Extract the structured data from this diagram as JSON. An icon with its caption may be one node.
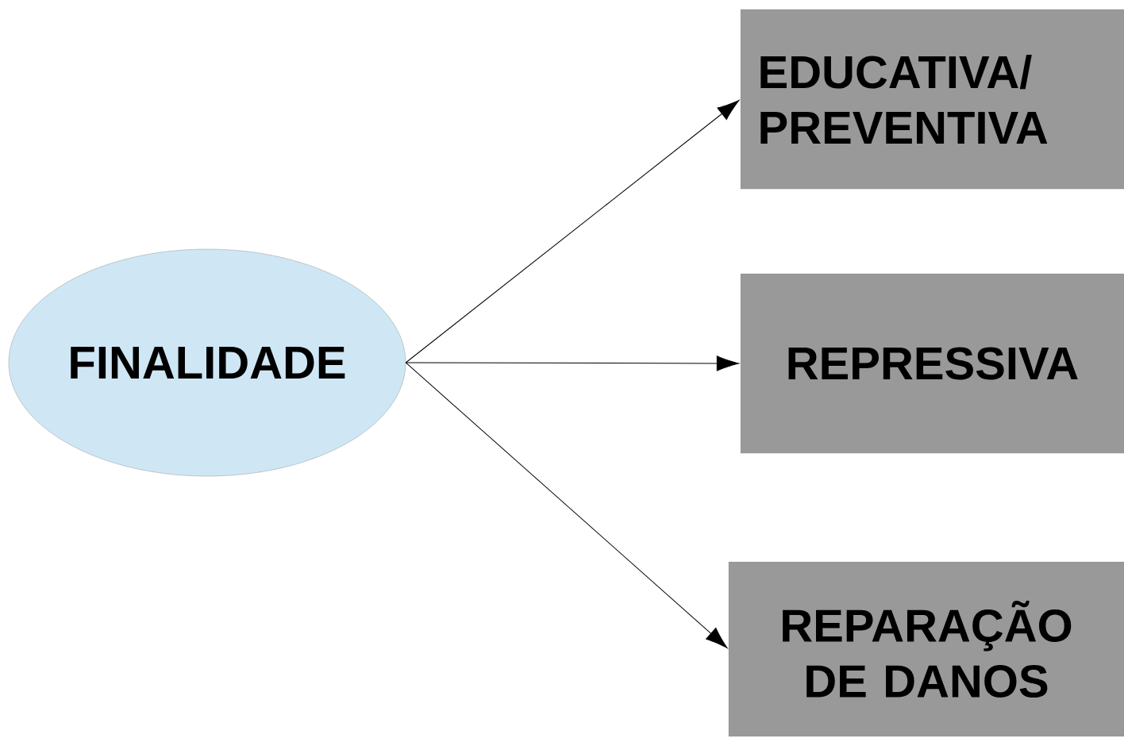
{
  "diagram": {
    "nodes": [
      {
        "text": [
          "FINALIDADE"
        ]
      },
      {
        "text": [
          "EDUCATIVA/ PREVENTIVA"
        ]
      },
      {
        "text": [
          "REPRESSIVA"
        ]
      },
      {
        "text": [
          "REPARAÇÃO DE DANOS"
        ]
      }
    ],
    "edges": [
      {
        "from": 0,
        "to": 1,
        "arrow": "to"
      },
      {
        "from": 0,
        "to": 2,
        "arrow": "to"
      },
      {
        "from": 0,
        "to": 3,
        "arrow": "to"
      }
    ]
  }
}
